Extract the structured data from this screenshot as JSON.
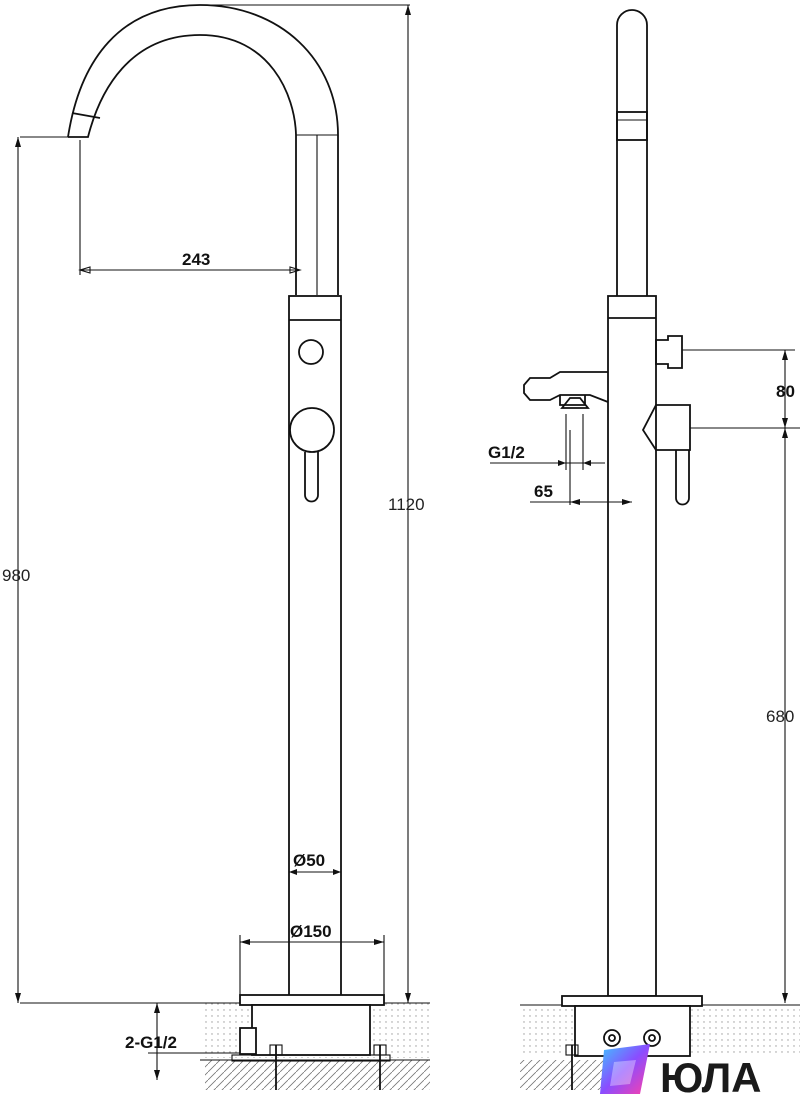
{
  "dimensions": {
    "spout_reach": "243",
    "total_height": "1120",
    "spout_height": "980",
    "pipe_diameter": "Ø50",
    "base_diameter": "Ø150",
    "inlet_connections": "2-G1/2",
    "side_connection": "G1/2",
    "side_offset": "65",
    "handle_spacing": "80",
    "handle_height": "680"
  },
  "logo": {
    "text": "ЮЛА"
  },
  "colors": {
    "line": "#111111",
    "background": "#ffffff",
    "logo_gradient": [
      "#3cc8ff",
      "#8a4dff",
      "#ff3fa8"
    ]
  }
}
